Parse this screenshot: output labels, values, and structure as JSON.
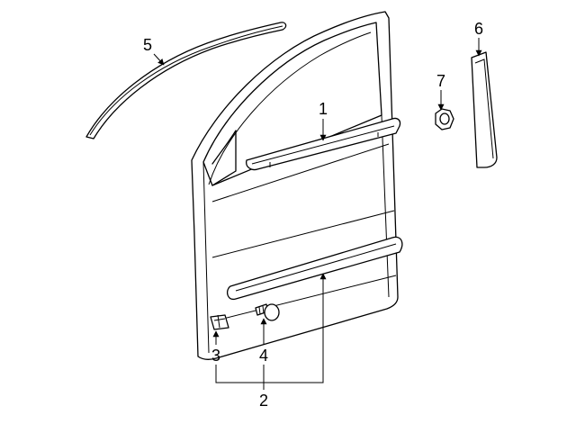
{
  "diagram": {
    "callouts": [
      {
        "id": "1",
        "label": "1"
      },
      {
        "id": "2",
        "label": "2"
      },
      {
        "id": "3",
        "label": "3"
      },
      {
        "id": "4",
        "label": "4"
      },
      {
        "id": "5",
        "label": "5"
      },
      {
        "id": "6",
        "label": "6"
      },
      {
        "id": "7",
        "label": "7"
      }
    ],
    "colors": {
      "line": "#000000",
      "background": "#ffffff"
    }
  }
}
